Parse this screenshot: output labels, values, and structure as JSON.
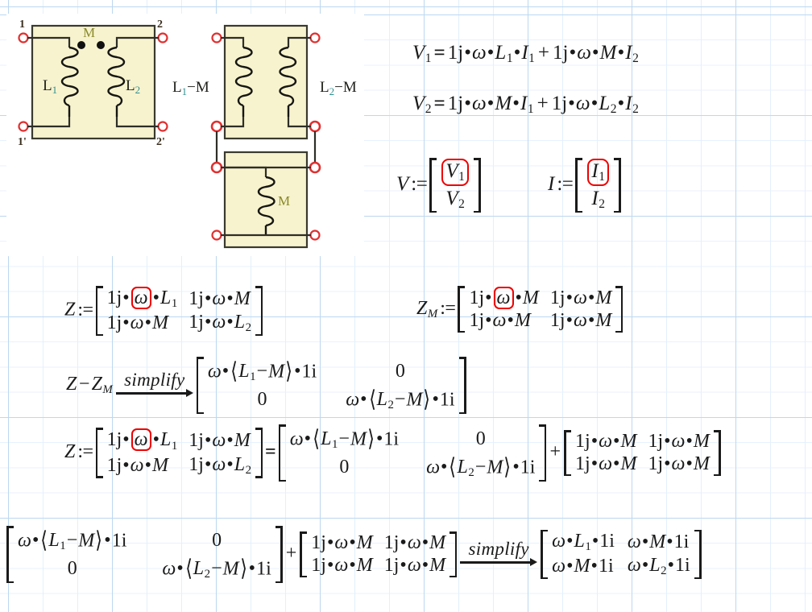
{
  "worksheet": {
    "title": "Coupled inductors — T-equivalent impedance matrix worksheet",
    "background_color": "#ffffff",
    "grid_minor_color": "#e3f0fb",
    "grid_major_color": "#bcd8f0",
    "highlight_color": "#ee0000"
  },
  "diagram": {
    "name": "coupled-inductor-t-equivalent",
    "fill_color": "#f7f3ce",
    "stroke_color": "#3a3a2e",
    "terminal_color": "#e03030",
    "label_color_olive": "#8a8a2a",
    "label_color_teal": "#2f8f8f",
    "left_circuit": {
      "terminals": [
        "1",
        "2",
        "1'",
        "2'"
      ],
      "coupling_label": "M",
      "coil_labels": [
        "L",
        "L"
      ],
      "coil_subscripts": [
        "1",
        "2"
      ],
      "dots": 2
    },
    "right_circuit": {
      "top_left_label_main": "L",
      "top_left_label_sub": "1",
      "top_left_label_rest": "−M",
      "top_right_label_main": "L",
      "top_right_label_sub": "2",
      "top_right_label_rest": "−M",
      "bottom_label": "M"
    }
  },
  "equations": {
    "v1": {
      "lhs_var": "V",
      "lhs_sub": "1",
      "rel": "=",
      "terms": [
        {
          "coef": "1j",
          "factors": [
            "ω",
            "L"
          ],
          "factor_sub": "1",
          "current": "I",
          "current_sub": "1"
        },
        {
          "coef": "1j",
          "factors": [
            "ω",
            "M"
          ],
          "factor_sub": "",
          "current": "I",
          "current_sub": "2"
        }
      ],
      "text": "V1 = 1j·ω·L1·I1 + 1j·ω·M·I2"
    },
    "v2": {
      "lhs_var": "V",
      "lhs_sub": "2",
      "rel": "=",
      "terms": [
        {
          "coef": "1j",
          "factors": [
            "ω",
            "M"
          ],
          "factor_sub": "",
          "current": "I",
          "current_sub": "1"
        },
        {
          "coef": "1j",
          "factors": [
            "ω",
            "L"
          ],
          "factor_sub": "2",
          "current": "I",
          "current_sub": "2"
        }
      ],
      "text": "V2 = 1j·ω·M·I1 + 1j·ω·L2·I2"
    },
    "vvec": {
      "name": "V",
      "assign": ":=",
      "rows": [
        {
          "var": "V",
          "sub": "1",
          "highlighted": true
        },
        {
          "var": "V",
          "sub": "2",
          "highlighted": false
        }
      ]
    },
    "ivec": {
      "name": "I",
      "assign": ":=",
      "rows": [
        {
          "var": "I",
          "sub": "1",
          "highlighted": true
        },
        {
          "var": "I",
          "sub": "2",
          "highlighted": false
        }
      ]
    },
    "z": {
      "name": "Z",
      "assign": ":=",
      "matrix": [
        [
          "1j·ω·L1",
          "1j·ω·M"
        ],
        [
          "1j·ω·M",
          "1j·ω·L2"
        ]
      ],
      "highlight_cell": "0,0",
      "highlight_token": "ω"
    },
    "zm": {
      "name": "Z",
      "name_sub": "M",
      "assign": ":=",
      "matrix": [
        [
          "1j·ω·M",
          "1j·ω·M"
        ],
        [
          "1j·ω·M",
          "1j·ω·M"
        ]
      ],
      "highlight_cell": "0,0",
      "highlight_token": "ω"
    },
    "zdiff": {
      "lhs": "Z − ZM",
      "operator_label": "simplify",
      "result_matrix": [
        [
          "ω·(L1−M)·1i",
          "0"
        ],
        [
          "0",
          "ω·(L2−M)·1i"
        ]
      ]
    },
    "zfull": {
      "name": "Z",
      "assign": ":=",
      "matrix": [
        [
          "1j·ω·L1",
          "1j·ω·M"
        ],
        [
          "1j·ω·M",
          "1j·ω·L2"
        ]
      ],
      "highlight_cell": "0,0",
      "highlight_token": "ω",
      "rel": "=",
      "term1": [
        [
          "ω·(L1−M)·1i",
          "0"
        ],
        [
          "0",
          "ω·(L2−M)·1i"
        ]
      ],
      "plus": "+",
      "term2": [
        [
          "1j·ω·M",
          "1j·ω·M"
        ],
        [
          "1j·ω·M",
          "1j·ω·M"
        ]
      ]
    },
    "final": {
      "term1": [
        [
          "ω·(L1−M)·1i",
          "0"
        ],
        [
          "0",
          "ω·(L2−M)·1i"
        ]
      ],
      "plus": "+",
      "term2": [
        [
          "1j·ω·M",
          "1j·ω·M"
        ],
        [
          "1j·ω·M",
          "1j·ω·M"
        ]
      ],
      "operator_label": "simplify",
      "result_matrix": [
        [
          "ω·L1·1i",
          "ω·M·1i"
        ],
        [
          "ω·M·1i",
          "ω·L2·1i"
        ]
      ]
    }
  },
  "symbols": {
    "omega": "ω",
    "dot": "•",
    "minus": "−",
    "assign": ":=",
    "equals": "=",
    "plus": "+",
    "one_j": "1j",
    "one_i": "1i",
    "zero": "0",
    "paren_open": "⟨",
    "paren_close": "⟩",
    "simplify": "simplify"
  }
}
